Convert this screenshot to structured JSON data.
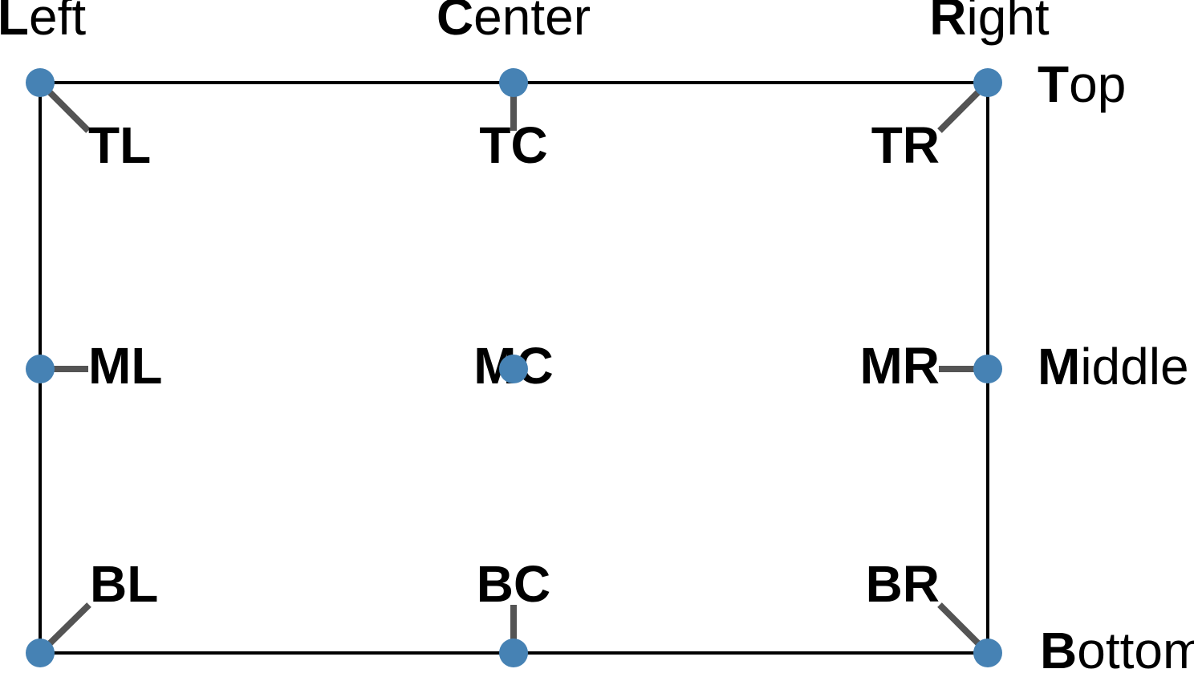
{
  "colors": {
    "point": "#4682b4",
    "connector": "#545454",
    "border": "#000000",
    "text": "#000000",
    "background": "#ffffff"
  },
  "edge_labels": {
    "left": {
      "bold": "L",
      "rest": "eft"
    },
    "center": {
      "bold": "C",
      "rest": "enter"
    },
    "right": {
      "bold": "R",
      "rest": "ight"
    },
    "top": {
      "bold": "T",
      "rest": "op"
    },
    "middle": {
      "bold": "M",
      "rest": "iddle"
    },
    "bottom": {
      "bold": "B",
      "rest": "ottom"
    }
  },
  "anchor_labels": {
    "tl": "TL",
    "tc": "TC",
    "tr": "TR",
    "ml": "ML",
    "mc": "MC",
    "mr": "MR",
    "bl": "BL",
    "bc": "BC",
    "br": "BR"
  }
}
